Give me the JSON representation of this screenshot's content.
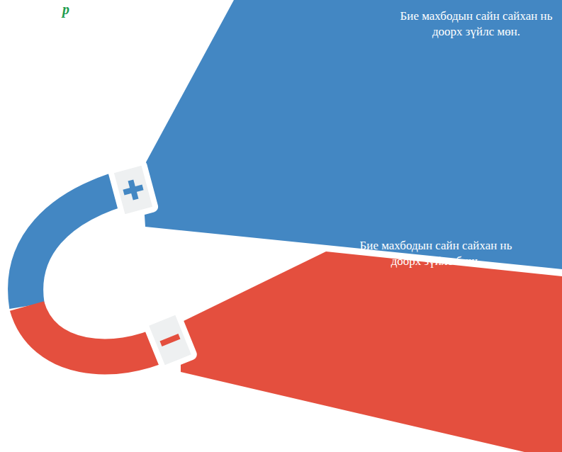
{
  "diagram": {
    "nodes": [
      {
        "text": [
          "Бие махбодын сайн сайхан нь доорх зүйлс мөн."
        ]
      },
      {
        "text": [
          "Бие махбодын сайн сайхан нь доорх зүйлс биш."
        ]
      }
    ],
    "labels": [
      "р"
    ]
  }
}
